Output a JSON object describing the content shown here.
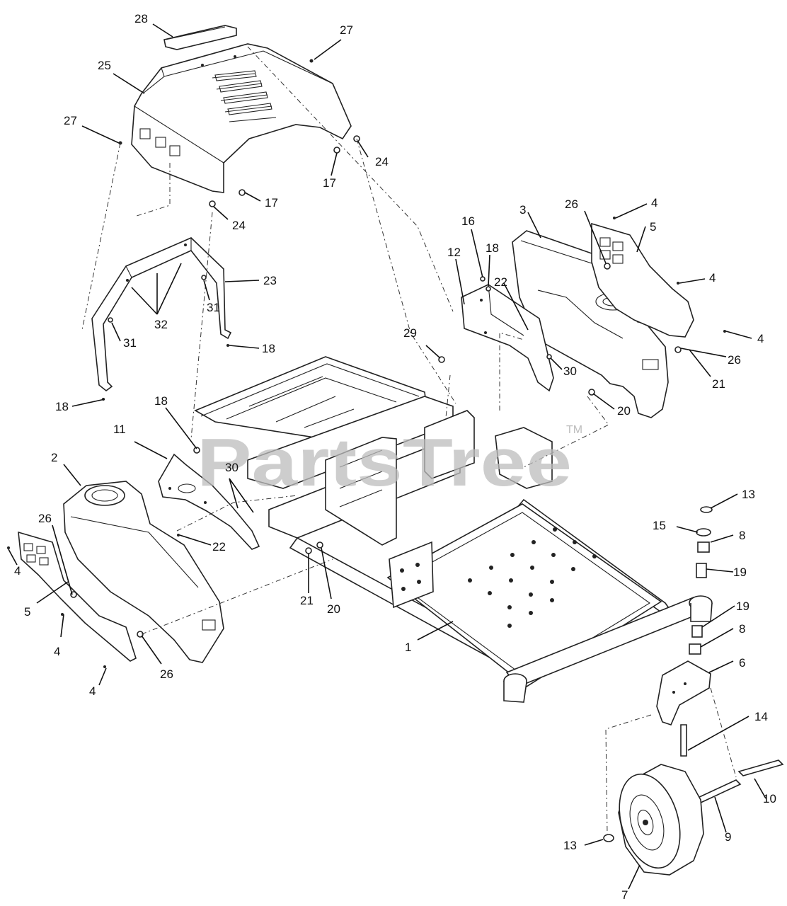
{
  "watermark": {
    "text": "PartsTree",
    "tm": "TM"
  },
  "callouts": [
    {
      "id": "c28",
      "label": "28"
    },
    {
      "id": "c27a",
      "label": "27"
    },
    {
      "id": "c25",
      "label": "25"
    },
    {
      "id": "c27b",
      "label": "27"
    },
    {
      "id": "c24a",
      "label": "24"
    },
    {
      "id": "c17a",
      "label": "17"
    },
    {
      "id": "c17b",
      "label": "17"
    },
    {
      "id": "c24b",
      "label": "24"
    },
    {
      "id": "c23",
      "label": "23"
    },
    {
      "id": "c31a",
      "label": "31"
    },
    {
      "id": "c32",
      "label": "32"
    },
    {
      "id": "c31b",
      "label": "31"
    },
    {
      "id": "c18a",
      "label": "18"
    },
    {
      "id": "c18b",
      "label": "18"
    },
    {
      "id": "c3",
      "label": "3"
    },
    {
      "id": "c26a",
      "label": "26"
    },
    {
      "id": "c4a",
      "label": "4"
    },
    {
      "id": "c5a",
      "label": "5"
    },
    {
      "id": "c16",
      "label": "16"
    },
    {
      "id": "c18c",
      "label": "18"
    },
    {
      "id": "c12",
      "label": "12"
    },
    {
      "id": "c22a",
      "label": "22"
    },
    {
      "id": "c4b",
      "label": "4"
    },
    {
      "id": "c4c",
      "label": "4"
    },
    {
      "id": "c26b",
      "label": "26"
    },
    {
      "id": "c21a",
      "label": "21"
    },
    {
      "id": "c29",
      "label": "29"
    },
    {
      "id": "c30a",
      "label": "30"
    },
    {
      "id": "c20a",
      "label": "20"
    },
    {
      "id": "c18d",
      "label": "18"
    },
    {
      "id": "c11",
      "label": "11"
    },
    {
      "id": "c30b",
      "label": "30"
    },
    {
      "id": "c2",
      "label": "2"
    },
    {
      "id": "c22b",
      "label": "22"
    },
    {
      "id": "c26c",
      "label": "26"
    },
    {
      "id": "c4d",
      "label": "4"
    },
    {
      "id": "c5b",
      "label": "5"
    },
    {
      "id": "c4e",
      "label": "4"
    },
    {
      "id": "c4f",
      "label": "4"
    },
    {
      "id": "c26d",
      "label": "26"
    },
    {
      "id": "c21b",
      "label": "21"
    },
    {
      "id": "c20b",
      "label": "20"
    },
    {
      "id": "c1",
      "label": "1"
    },
    {
      "id": "c13a",
      "label": "13"
    },
    {
      "id": "c15",
      "label": "15"
    },
    {
      "id": "c8a",
      "label": "8"
    },
    {
      "id": "c19a",
      "label": "19"
    },
    {
      "id": "c19b",
      "label": "19"
    },
    {
      "id": "c8b",
      "label": "8"
    },
    {
      "id": "c6",
      "label": "6"
    },
    {
      "id": "c14",
      "label": "14"
    },
    {
      "id": "c10",
      "label": "10"
    },
    {
      "id": "c9",
      "label": "9"
    },
    {
      "id": "c13b",
      "label": "13"
    },
    {
      "id": "c7",
      "label": "7"
    }
  ]
}
